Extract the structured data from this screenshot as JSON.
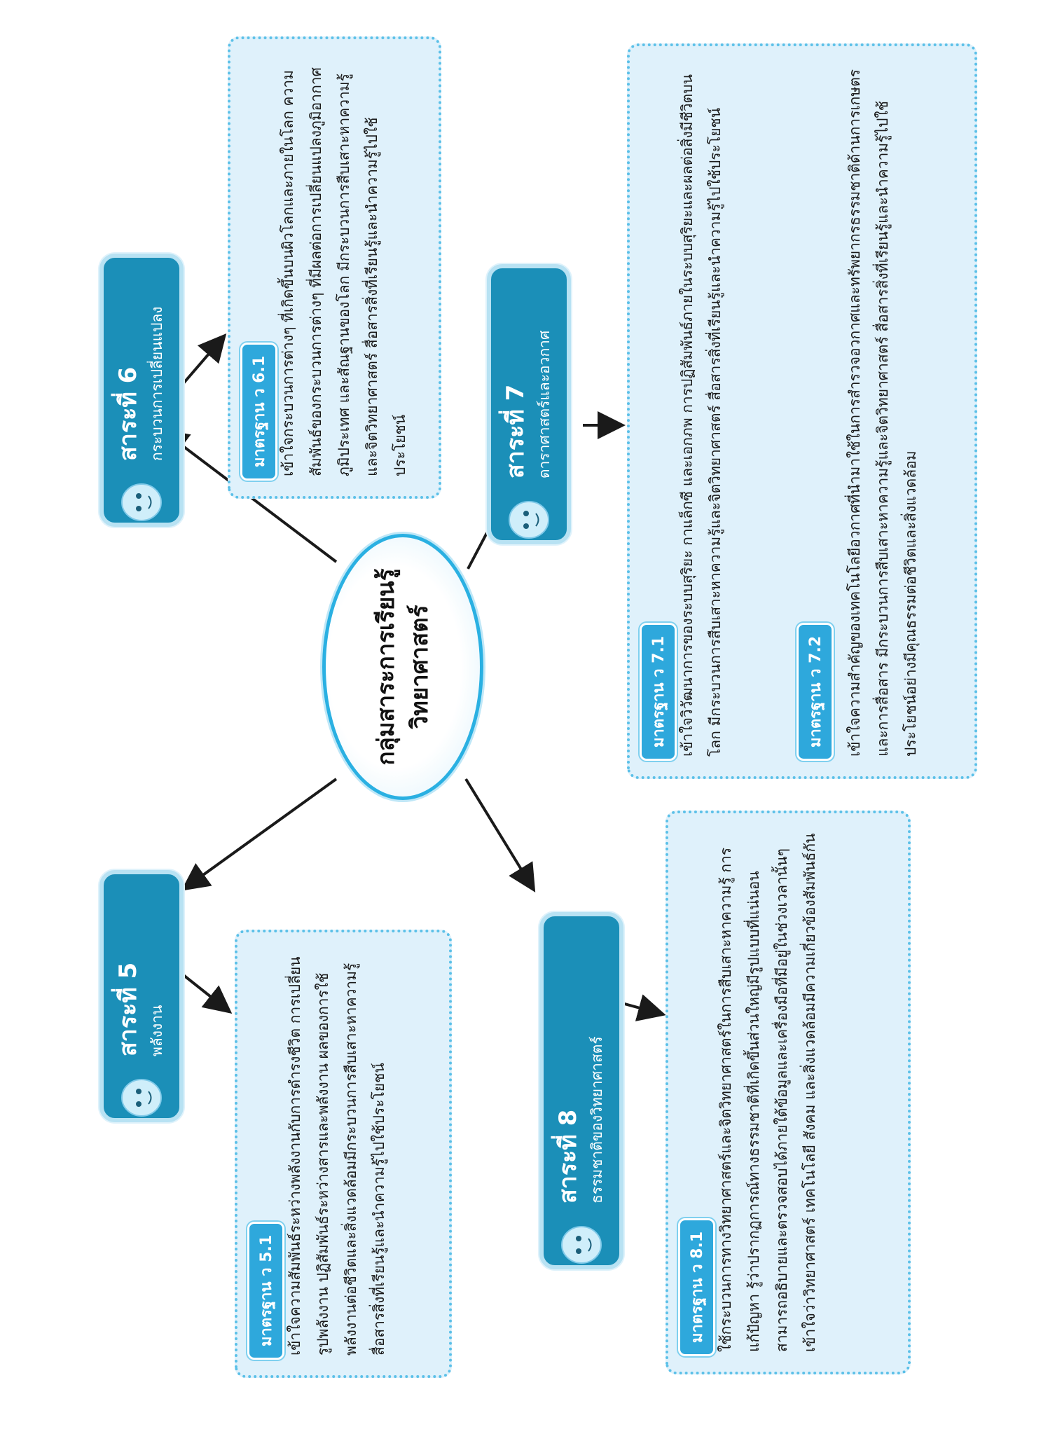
{
  "center": {
    "line1": "กลุ่มสาระการเรียนรู้",
    "line2": "วิทยาศาสตร์"
  },
  "topics": [
    {
      "title": "สาระที่ 5",
      "subtitle": "พลังงาน",
      "standards": [
        {
          "label": "มาตรฐาน ว 5.1",
          "text": "เข้าใจความสัมพันธ์ระหว่างพลังงานกับการดำรงชีวิต การเปลี่ยนรูปพลังงาน ปฏิสัมพันธ์ระหว่างสารและพลังงาน ผลของการใช้พลังงานต่อชีวิตและสิ่งแวดล้อมมีกระบวนการสืบเสาะหาความรู้ สื่อสารสิ่งที่เรียนรู้และนำความรู้ไปใช้ประโยชน์"
        }
      ]
    },
    {
      "title": "สาระที่ 6",
      "subtitle": "กระบวนการเปลี่ยนแปลง",
      "standards": [
        {
          "label": "มาตรฐาน ว 6.1",
          "text": "เข้าใจกระบวนการต่างๆ ที่เกิดขึ้นบนผิวโลกและภายในโลก ความสัมพันธ์ของกระบวนการต่างๆ ที่มีผลต่อการเปลี่ยนแปลงภูมิอากาศ ภูมิประเทศ และสัณฐานของโลก มีกระบวนการสืบเสาะหาความรู้และจิตวิทยาศาสตร์ สื่อสารสิ่งที่เรียนรู้และนำความรู้ไปใช้ประโยชน์"
        }
      ]
    },
    {
      "title": "สาระที่ 8",
      "subtitle": "ธรรมชาติของวิทยาศาสตร์",
      "standards": [
        {
          "label": "มาตรฐาน ว 8.1",
          "text": "ใช้กระบวนการทางวิทยาศาสตร์และจิตวิทยาศาสตร์ในการสืบเสาะหาความรู้ การแก้ปัญหา รู้ว่าปรากฏการณ์ทางธรรมชาติที่เกิดขึ้นส่วนใหญ่มีรูปแบบที่แน่นอน สามารถอธิบายและตรวจสอบได้ภายใต้ข้อมูลและเครื่องมือที่มีอยู่ในช่วงเวลานั้นๆ เข้าใจว่าวิทยาศาสตร์ เทคโนโลยี สังคม และสิ่งแวดล้อมมีความเกี่ยวข้องสัมพันธ์กัน"
        }
      ]
    },
    {
      "title": "สาระที่ 7",
      "subtitle": "ดาราศาสตร์และอวกาศ",
      "standards": [
        {
          "label": "มาตรฐาน ว 7.1",
          "text": "เข้าใจวิวัฒนาการของระบบสุริยะ กาแล็กซี และเอกภพ การปฏิสัมพันธ์ภายในระบบสุริยะและผลต่อสิ่งมีชีวิตบนโลก มีกระบวนการสืบเสาะหาความรู้และจิตวิทยาศาสตร์ สื่อสารสิ่งที่เรียนรู้และนำความรู้ไปใช้ประโยชน์"
        },
        {
          "label": "มาตรฐาน ว 7.2",
          "text": "เข้าใจความสำคัญของเทคโนโลยีอวกาศที่นำมาใช้ในการสำรวจอวกาศและทรัพยากรธรรมชาติด้านการเกษตรและการสื่อสาร มีกระบวนการสืบเสาะหาความรู้และจิตวิทยาศาสตร์ สื่อสารสิ่งที่เรียนรู้และนำความรู้ไปใช้ประโยชน์อย่างมีคุณธรรมต่อชีวิตและสิ่งแวดล้อม"
        }
      ]
    }
  ],
  "colors": {
    "topic_fill": "#1b8fb8",
    "box_fill": "#dff1fb",
    "box_border": "#5bc0e8",
    "tag_fill": "#2ea8dc",
    "arrow": "#1a1a1a"
  }
}
